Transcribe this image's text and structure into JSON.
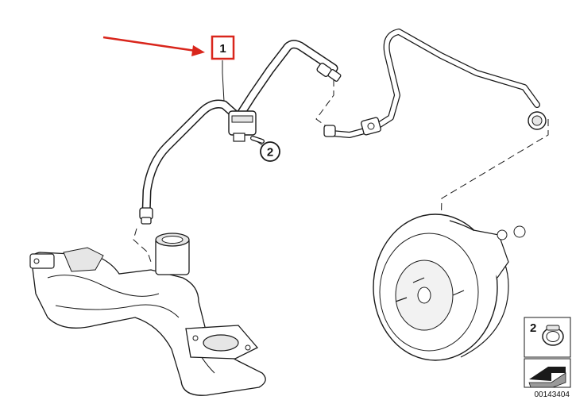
{
  "callouts": {
    "part_1": "1",
    "part_2": "2"
  },
  "legend": {
    "clamp_number": "2"
  },
  "reference_number": "00143404",
  "colors": {
    "highlight": "#d9261c",
    "line": "#1a1a1a",
    "shade": "#e6e6e6"
  }
}
